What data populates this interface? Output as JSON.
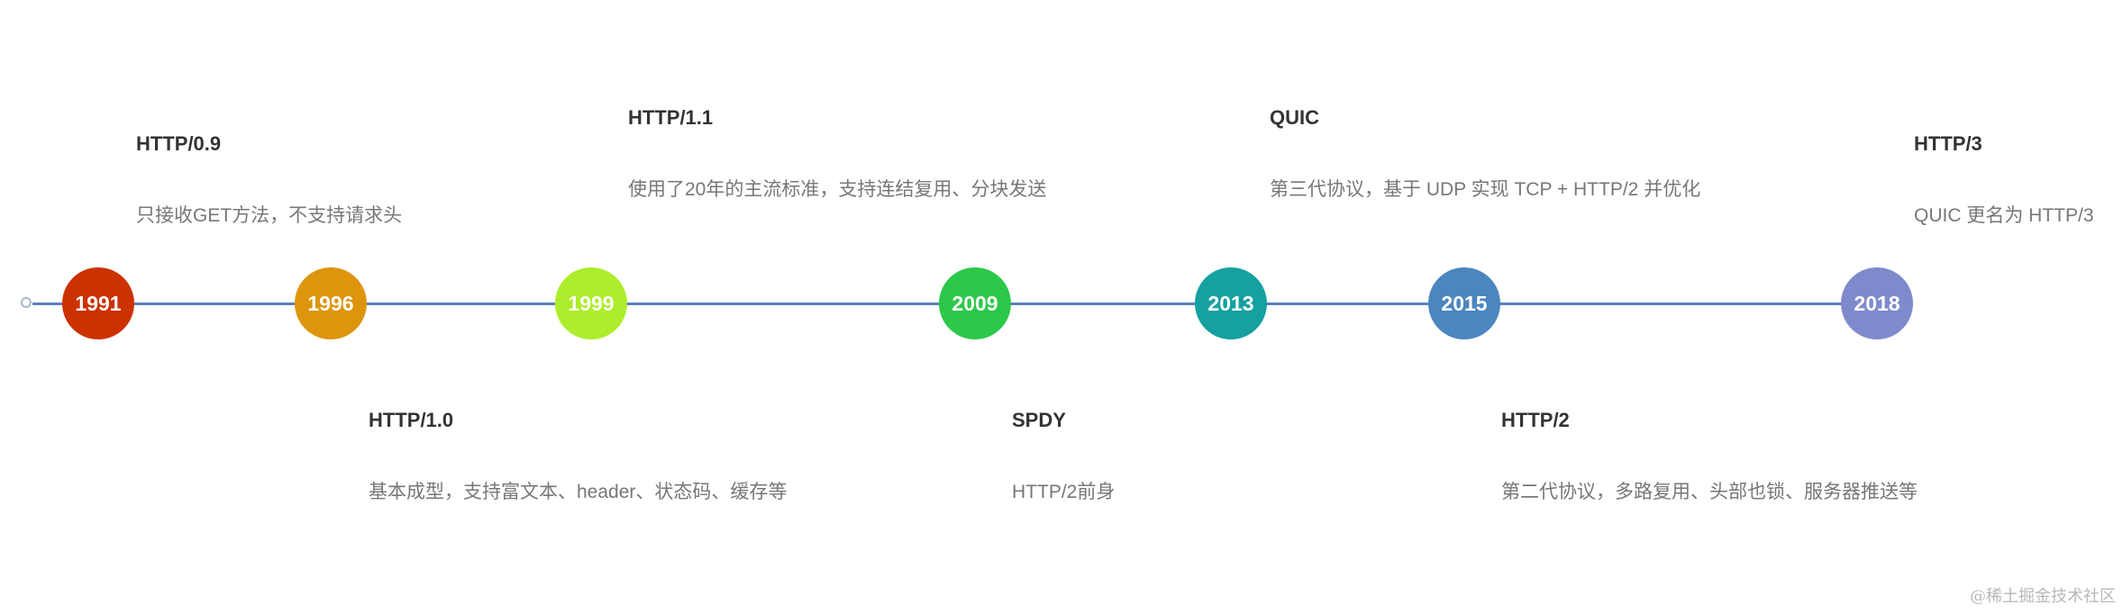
{
  "timeline": {
    "colors": {
      "axis": "#5b7fbf",
      "axis_start": "#a9b7cf"
    },
    "nodes": [
      {
        "year": "1991",
        "color": "#cc3100"
      },
      {
        "year": "1996",
        "color": "#dd950d"
      },
      {
        "year": "1999",
        "color": "#aded2b"
      },
      {
        "year": "2009",
        "color": "#2bc84a"
      },
      {
        "year": "2013",
        "color": "#16a0a0"
      },
      {
        "year": "2015",
        "color": "#4b86bf"
      },
      {
        "year": "2018",
        "color": "#7f8acc"
      }
    ],
    "events": [
      {
        "title": "HTTP/0.9",
        "desc": "只接收GET方法，不支持请求头"
      },
      {
        "title": "HTTP/1.0",
        "desc": "基本成型，支持富文本、header、状态码、缓存等"
      },
      {
        "title": "HTTP/1.1",
        "desc": "使用了20年的主流标准，支持连结复用、分块发送"
      },
      {
        "title": "SPDY",
        "desc": "HTTP/2前身"
      },
      {
        "title": "QUIC",
        "desc": "第三代协议，基于 UDP 实现 TCP + HTTP/2 并优化"
      },
      {
        "title": "HTTP/2",
        "desc": "第二代协议，多路复用、头部也锁、服务器推送等"
      },
      {
        "title": "HTTP/3",
        "desc": "QUIC 更名为 HTTP/3"
      }
    ]
  },
  "watermark": "@稀土掘金技术社区"
}
